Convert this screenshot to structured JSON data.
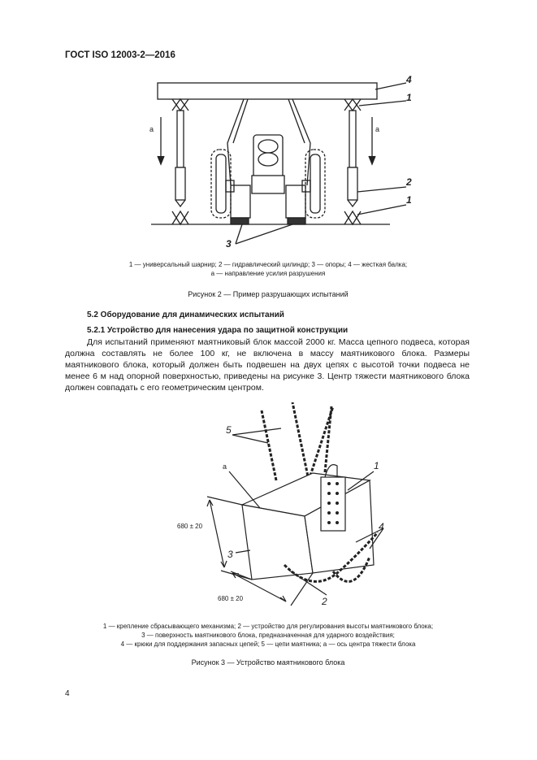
{
  "header": "ГОСТ ISO 12003-2—2016",
  "figure2": {
    "callouts": [
      "4",
      "1",
      "2",
      "1",
      "3"
    ],
    "arrow_labels": [
      "a",
      "a"
    ],
    "legend_line1": "1 — универсальный шарнир; 2 — гидравлический цилиндр; 3 — опоры; 4 — жесткая балка;",
    "legend_line2": "a — направление усилия разрушения",
    "title": "Рисунок 2 — Пример разрушающих испытаний"
  },
  "section": {
    "heading": "5.2 Оборудование для динамических испытаний",
    "subheading": "5.2.1 Устройство для нанесения удара по защитной конструкции",
    "paragraph": "Для испытаний применяют маятниковый блок массой 2000 кг. Масса цепного подвеса, которая должна составлять не более 100 кг, не включена в массу маятникового блока. Размеры маятникового блока, который должен быть подвешен на двух цепях с высотой точки подвеса не менее 6 м над опорной поверхностью, приведены на рисунке 3. Центр тяжести маятникового блока должен совпадать с его геометрическим центром."
  },
  "figure3": {
    "callouts": [
      "5",
      "a",
      "1",
      "4",
      "3",
      "2"
    ],
    "dim1": "680 ± 20",
    "dim2": "680 ± 20",
    "legend_line1": "1 — крепление сбрасывающего механизма; 2 — устройство для регулирования высоты маятникового блока;",
    "legend_line2": "3 — поверхность маятникового блока, предназначенная для ударного воздействия;",
    "legend_line3": "4 — крюки для поддержания запасных цепей; 5 — цепи маятника; a — ось центра тяжести блока",
    "title": "Рисунок 3 — Устройство маятникового блока"
  },
  "page_number": "4"
}
